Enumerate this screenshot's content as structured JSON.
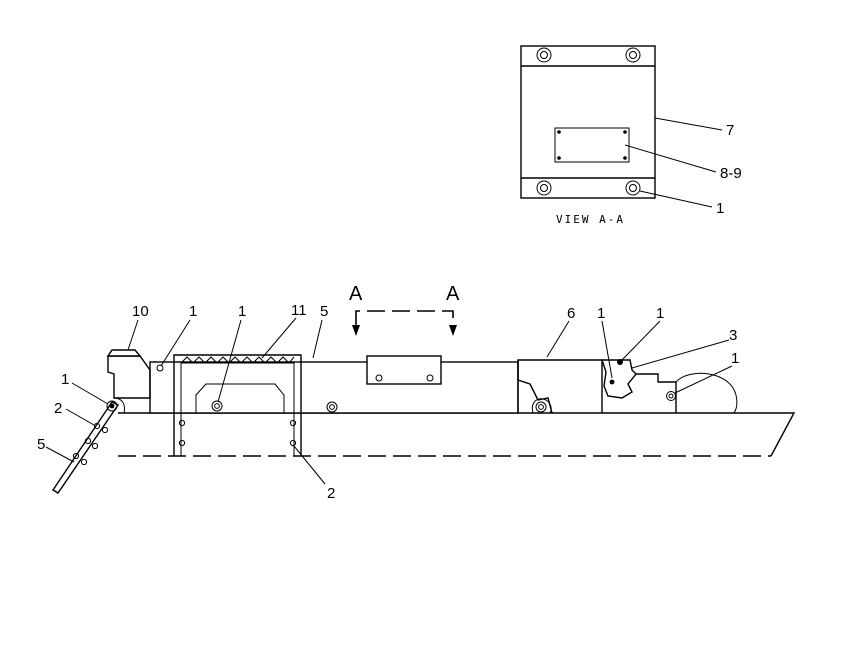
{
  "view": {
    "caption": "VIEW A-A",
    "callouts": {
      "panel": "7",
      "plate": "8-9",
      "bolt": "1"
    }
  },
  "section_marks": {
    "left": "A",
    "right": "A"
  },
  "callouts": {
    "c10": "10",
    "c1_top_left": "1",
    "c1_mid": "1",
    "c11": "11",
    "c5_top": "5",
    "c6": "6",
    "c1_right_a": "1",
    "c1_right_b": "1",
    "c3": "3",
    "c1_right_c": "1",
    "c1_left": "1",
    "c2_left": "2",
    "c5_left": "5",
    "c2_bottom": "2"
  }
}
